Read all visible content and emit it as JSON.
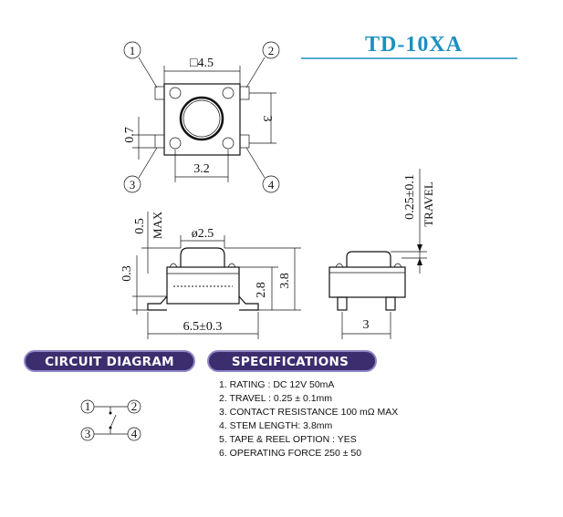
{
  "title": "TD-10XA",
  "colors": {
    "title": "#1d8fc1",
    "banner": "#3b2d6e",
    "banner_edge": "#8f86c4"
  },
  "top_view": {
    "square_dim": "□4.5",
    "pin_pitch_horizontal": "3.2",
    "pin_pitch_vertical": "3",
    "pin_size": "0.7",
    "pins": [
      "1",
      "2",
      "3",
      "4"
    ]
  },
  "side_view": {
    "stem_diameter": "ø2.5",
    "max_dim": "0.5",
    "max_label": "MAX",
    "offset": "0.3",
    "body_height": "2.8",
    "total_height": "3.8",
    "width": "6.5±0.3"
  },
  "end_view": {
    "travel_dim": "0.25±0.1",
    "travel_label": "TRAVEL",
    "pin_pitch": "3"
  },
  "circuit": {
    "header": "CIRCUIT DIAGRAM",
    "pins": [
      "1",
      "2",
      "3",
      "4"
    ]
  },
  "specifications": {
    "header": "SPECIFICATIONS",
    "items": [
      "1. RATING : DC 12V  50mA",
      "2. TRAVEL : 0.25 ± 0.1mm",
      "3. CONTACT RESISTANCE 100 mΩ MAX",
      "4. STEM LENGTH: 3.8mm",
      "5. TAPE & REEL OPTION : YES",
      "6. OPERATING FORCE 250 ± 50"
    ]
  }
}
